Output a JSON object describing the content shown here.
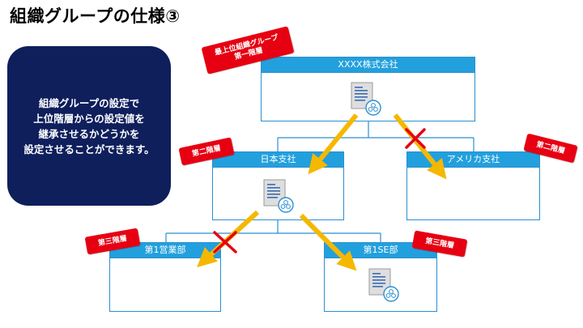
{
  "title": "組織グループの仕様③",
  "callout": "組織グループの設定で\n上位階層からの設定値を\n継承させるかどうかを\n設定させることができます。",
  "nodes": {
    "top": "XXXX株式会社",
    "japan": "日本支社",
    "america": "アメリカ支社",
    "sales1": "第1営業部",
    "se1": "第1SE部"
  },
  "tags": {
    "top": "最上位組織グループ\n第一階層",
    "america": "第二階層",
    "japan": "第二階層",
    "sales1": "第三階層",
    "se1": "第三階層"
  },
  "colors": {
    "callout_bg": "#0f1f5c",
    "header_blue": "#22a0dd",
    "tag_red": "#e60012",
    "arrow_yellow": "#f5b800",
    "cross_red": "#e60012"
  }
}
